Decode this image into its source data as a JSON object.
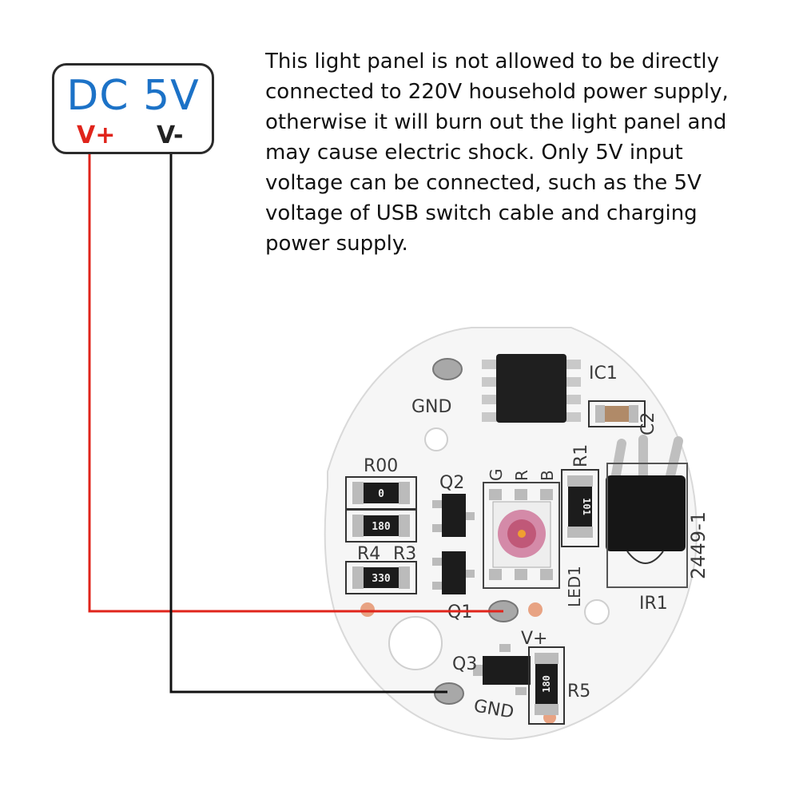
{
  "power_label": {
    "title": "DC 5V",
    "positive": "V+",
    "negative": "V-"
  },
  "warning_text": "This light panel is not allowed to be directly connected to 220V household power supply, otherwise it will burn out the light panel and may cause electric shock. Only 5V input voltage can be connected, such as the 5V voltage of USB switch cable and charging power supply.",
  "board_labels": {
    "ic1": "IC1",
    "c2": "C2",
    "gnd_top": "GND",
    "r00": "R00",
    "q2": "Q2",
    "g": "G",
    "r": "R",
    "b": "B",
    "r1": "R1",
    "part_no": "2449-1",
    "r4": "R4",
    "r3": "R3",
    "led1": "LED1",
    "ir1": "IR1",
    "q1": "Q1",
    "vplus": "V+",
    "q3": "Q3",
    "r5": "R5",
    "gnd_bottom": "GND"
  },
  "resistor_markings": {
    "r00": "0",
    "r4": "180",
    "r3": "330",
    "r1": "101",
    "r5": "180"
  },
  "colors": {
    "title_blue": "#1c72c7",
    "positive_wire": "#e0241b",
    "negative_wire": "#111111",
    "board": "#f4f4f4"
  }
}
